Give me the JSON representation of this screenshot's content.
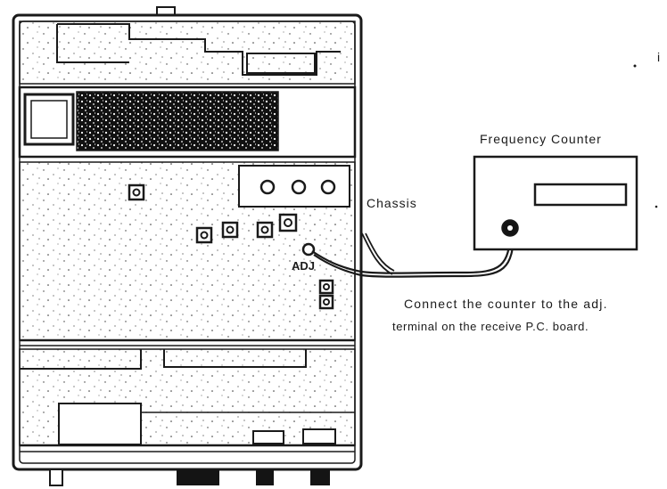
{
  "diagram": {
    "counter_title": "Frequency Counter",
    "chassis_label": "Chassis",
    "adj_label": "ADJ",
    "caption": {
      "line1": "Connect the counter to the adj.",
      "line2": "terminal on the receive P.C. board."
    },
    "stray_mark": "i"
  },
  "colors": {
    "ink": "#1a1a1a",
    "paper": "#ffffff",
    "dark_fill": "#141414"
  }
}
